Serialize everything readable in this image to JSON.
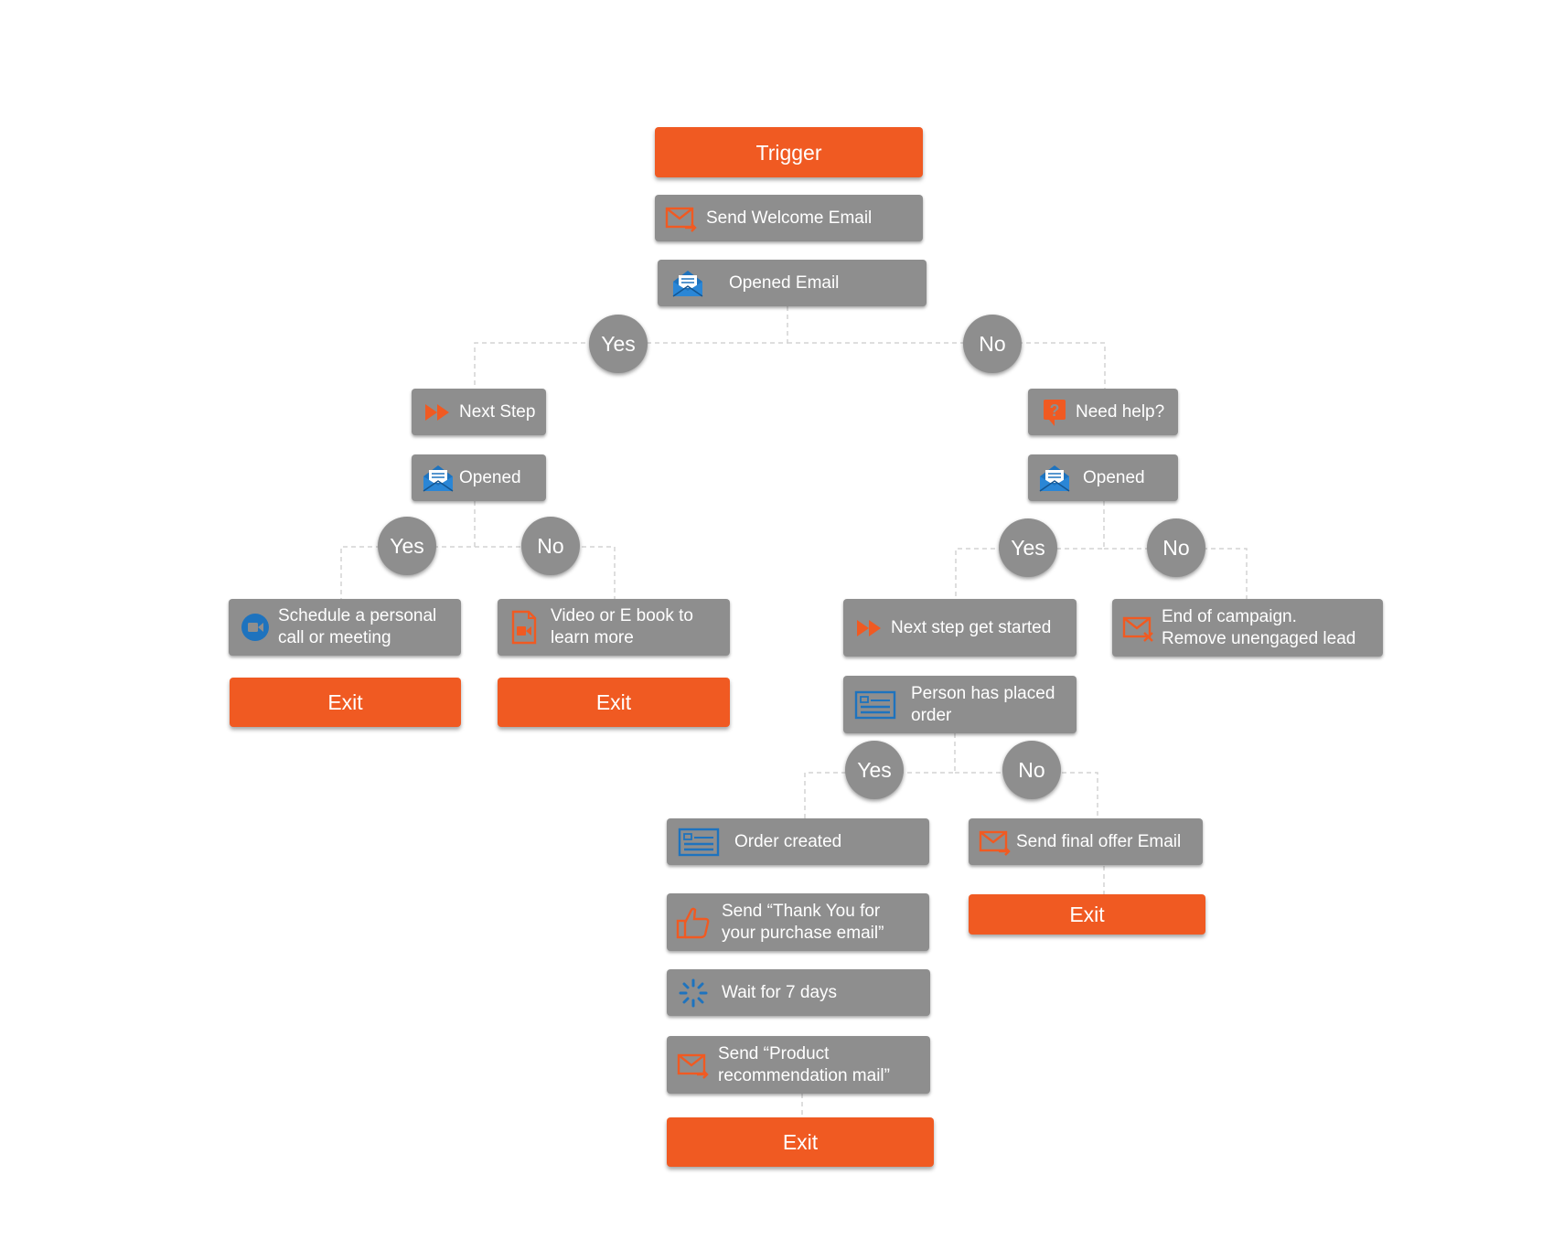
{
  "colors": {
    "accent": "#f05a22",
    "node": "#8e8e8e",
    "icon_blue": "#1e73be",
    "connector": "#d3d3d3"
  },
  "diagram": {
    "trigger": "Trigger",
    "send_welcome": {
      "label": "Send Welcome Email",
      "icon": "mail-send-icon"
    },
    "opened_email": {
      "label": "Opened Email",
      "icon": "open-envelope-icon"
    },
    "yes": "Yes",
    "no": "No",
    "exit": "Exit",
    "left": {
      "next_step": {
        "label": "Next Step",
        "icon": "fast-forward-icon"
      },
      "opened": {
        "label": "Opened",
        "icon": "open-envelope-icon"
      },
      "schedule": {
        "label": "Schedule a personal\ncall or meeting",
        "icon": "video-call-icon"
      },
      "video": {
        "label": "Video or E book to\nlearn more",
        "icon": "video-file-icon"
      }
    },
    "right": {
      "need_help": {
        "label": "Need help?",
        "icon": "question-icon"
      },
      "opened": {
        "label": "Opened",
        "icon": "open-envelope-icon"
      },
      "next_started": {
        "label": "Next step get started",
        "icon": "fast-forward-icon"
      },
      "end_campaign": {
        "label": "End of campaign.\nRemove unengaged lead",
        "icon": "mail-remove-icon"
      },
      "placed_order": {
        "label": "Person has placed\norder",
        "icon": "order-card-icon"
      },
      "order_created": {
        "label": "Order  created",
        "icon": "order-card-icon"
      },
      "thank_you": {
        "label": "Send “Thank You for\nyour purchase email”",
        "icon": "thumbs-up-icon"
      },
      "wait": {
        "label": "Wait for 7 days",
        "icon": "loading-icon"
      },
      "product_rec": {
        "label": "Send “Product\nrecommendation mail”",
        "icon": "mail-send-icon"
      },
      "final_offer": {
        "label": "Send final offer Email",
        "icon": "mail-send-icon"
      }
    }
  }
}
